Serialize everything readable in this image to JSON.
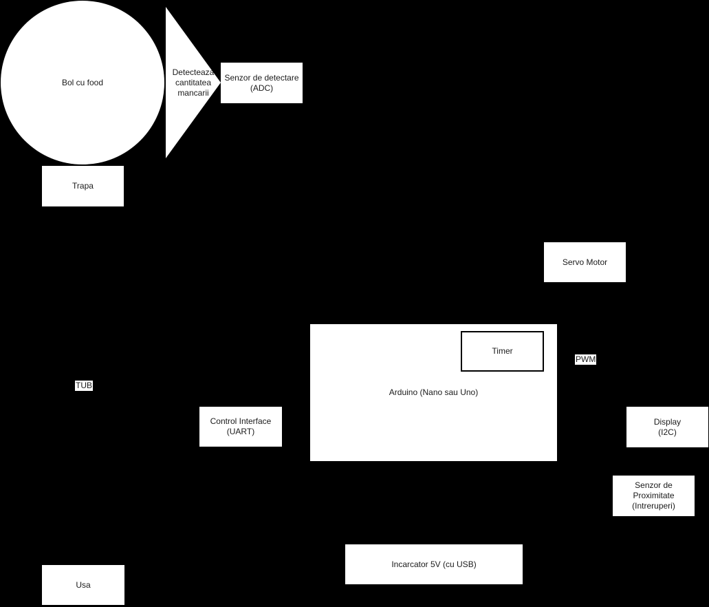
{
  "diagram": {
    "colors": {
      "background": "#000000",
      "shape_fill": "#ffffff",
      "text": "#1a1a1a",
      "timer_border": "#000000"
    },
    "nodes": {
      "bowl": {
        "label": "Bol cu food",
        "shape": "circle"
      },
      "detect_arrow": {
        "label": "Detecteaza\ncantitatea\nmancarii",
        "shape": "triangle-right"
      },
      "sensor_adc": {
        "label": "Senzor de detectare\n(ADC)",
        "shape": "rect"
      },
      "trapa": {
        "label": "Trapa",
        "shape": "rect"
      },
      "servo_motor": {
        "label": "Servo Motor",
        "shape": "rect"
      },
      "arduino": {
        "label": "Arduino (Nano sau Uno)",
        "shape": "rect"
      },
      "timer": {
        "label": "Timer",
        "shape": "rect-bordered"
      },
      "control_interface": {
        "label": "Control Interface\n(UART)",
        "shape": "rect"
      },
      "display": {
        "label": "Display\n(I2C)",
        "shape": "rect"
      },
      "proximity_sensor": {
        "label": "Senzor de\nProximitate\n(Intreruperi)",
        "shape": "rect"
      },
      "charger": {
        "label": "Incarcator 5V (cu USB)",
        "shape": "rect"
      },
      "usa": {
        "label": "Usa",
        "shape": "rect"
      }
    },
    "edge_labels": {
      "pwm": "PWM",
      "tub": "TUB"
    }
  }
}
